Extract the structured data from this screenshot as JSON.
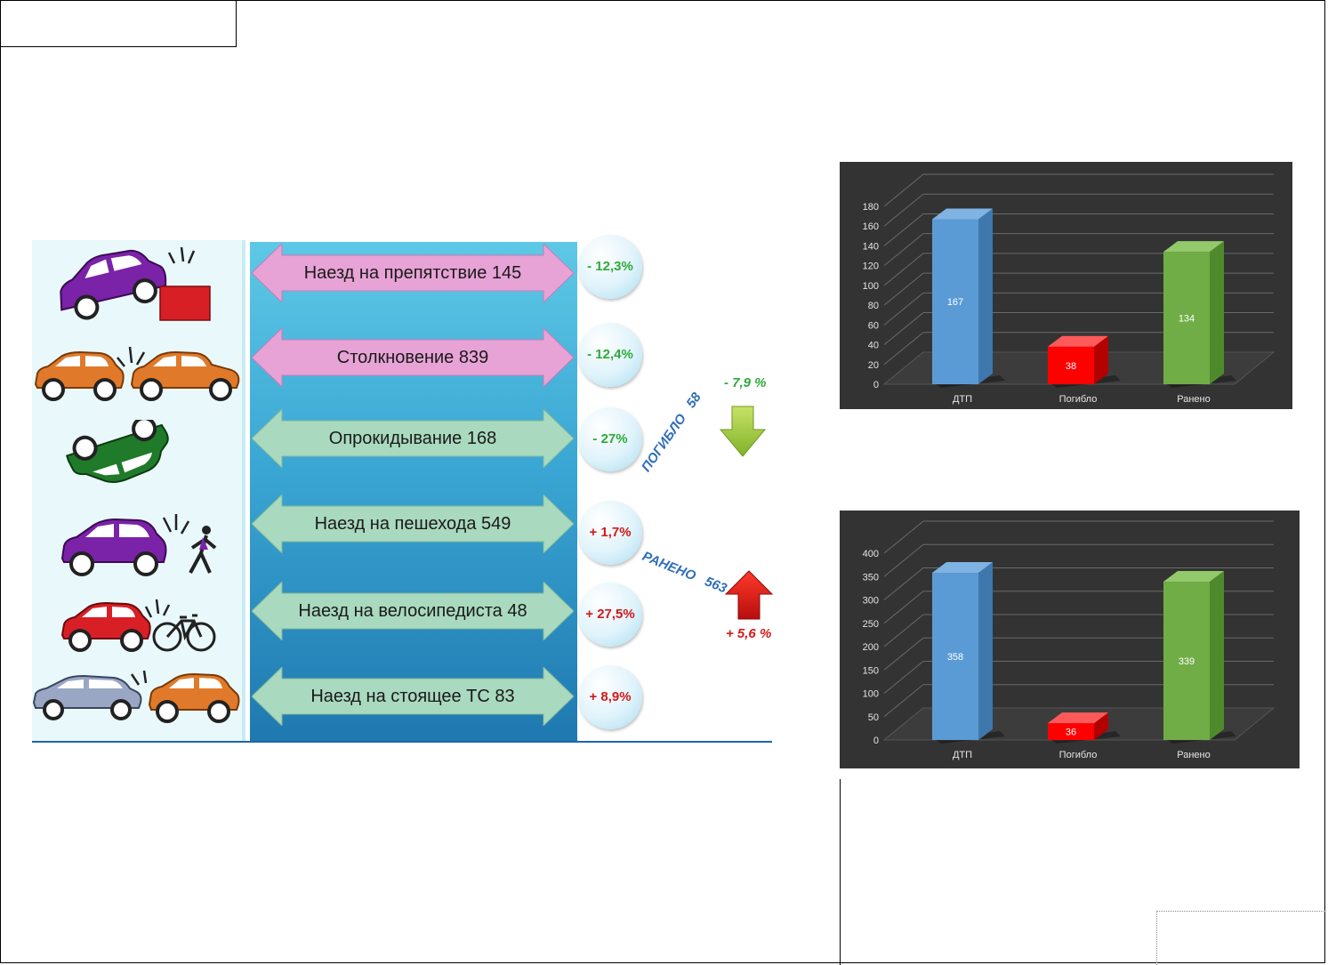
{
  "infographic": {
    "rows": [
      {
        "label": "Наезд на препятствие 145",
        "change": "- 12,3%",
        "trend": "down",
        "color": "pink"
      },
      {
        "label": "Столкновение 839",
        "change": "- 12,4%",
        "trend": "down",
        "color": "pink"
      },
      {
        "label": "Опрокидывание 168",
        "change": "- 27%",
        "trend": "down",
        "color": "green"
      },
      {
        "label": "Наезд на пешехода 549",
        "change": "+ 1,7%",
        "trend": "up",
        "color": "green"
      },
      {
        "label": "Наезд на велосипедиста 48",
        "change": "+ 27,5%",
        "trend": "up",
        "color": "green"
      },
      {
        "label": "Наезд на стоящее ТС 83",
        "change": "+ 8,9%",
        "trend": "up",
        "color": "green"
      }
    ],
    "killed": {
      "label": "погибло",
      "value": "58",
      "change": "- 7,9 %"
    },
    "injured": {
      "label": "ранено",
      "value": "563",
      "change": "+ 5,6 %"
    },
    "icons": [
      "car-hits-obstacle-icon",
      "car-collision-icon",
      "car-overturn-icon",
      "car-hits-pedestrian-icon",
      "car-hits-cyclist-icon",
      "car-hits-parked-car-icon"
    ]
  },
  "colors": {
    "pink_arrow": "#e7a3d6",
    "green_arrow": "#a9d9bf",
    "bar_blue": "#5b9bd5",
    "bar_red": "#ff0000",
    "bar_green": "#70ad47",
    "chart_bg": "#333333"
  },
  "chart_data": [
    {
      "type": "bar",
      "categories": [
        "ДТП",
        "Погибло",
        "Ранено"
      ],
      "values": [
        167,
        38,
        134
      ],
      "ylim": [
        0,
        180
      ],
      "yticks": [
        0,
        20,
        40,
        60,
        80,
        100,
        120,
        140,
        160,
        180
      ],
      "data_labels": [
        "167",
        "38",
        "134"
      ],
      "grid": true,
      "style": "3d"
    },
    {
      "type": "bar",
      "categories": [
        "ДТП",
        "Погибло",
        "Ранено"
      ],
      "values": [
        358,
        36,
        339
      ],
      "ylim": [
        0,
        400
      ],
      "yticks": [
        0,
        50,
        100,
        150,
        200,
        250,
        300,
        350,
        400
      ],
      "data_labels": [
        "358",
        "36",
        "339"
      ],
      "grid": true,
      "style": "3d"
    }
  ]
}
